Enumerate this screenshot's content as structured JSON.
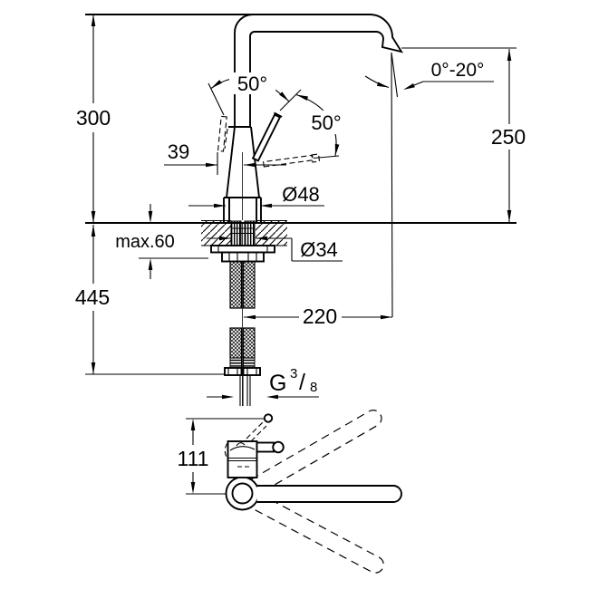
{
  "drawing_title": "faucet-dimension-drawing",
  "colors": {
    "line": "#000000",
    "background": "#ffffff"
  },
  "labels": {
    "height_above_deck": "300",
    "height_below_deck": "445",
    "spout_outlet_height": "250",
    "spout_reach": "220",
    "plan_view_height": "111",
    "handle_offset": "39",
    "handle_angle_left": "50°",
    "handle_angle_right": "50°",
    "aerator_swivel_angle": "0°-20°",
    "body_diameter": "Ø48",
    "mounting_hole_diameter": "Ø34",
    "max_deck_thickness": "max.60",
    "thread_g": "G",
    "thread_numerator": "3",
    "thread_slash": "/",
    "thread_denominator": "8"
  }
}
